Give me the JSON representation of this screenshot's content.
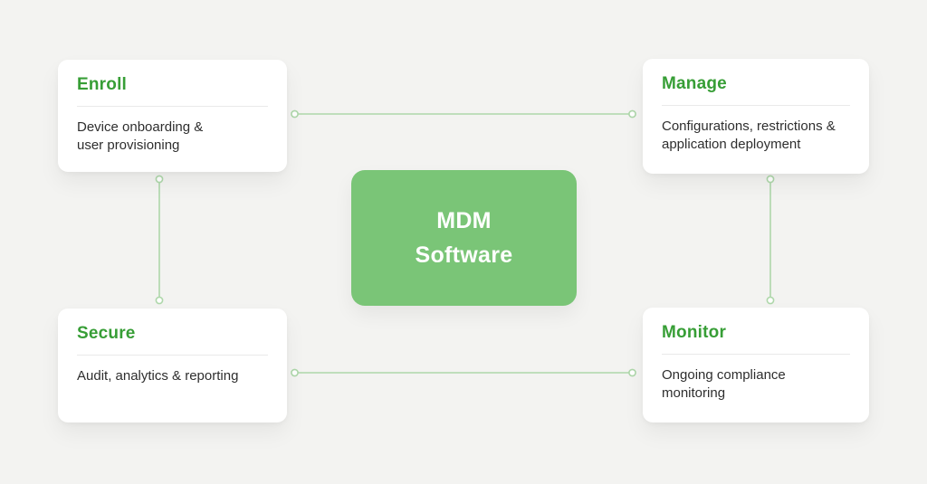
{
  "title": "MDM Software lifecycle diagram",
  "colors": {
    "background": "#f3f3f1",
    "card": "#ffffff",
    "heading_green": "#379e36",
    "center_green": "#7ac577",
    "center_text": "#ffffff",
    "connector": "#aed7aa",
    "body_text": "#2e2e2e",
    "divider": "#e9e9e9"
  },
  "center": {
    "label": "MDM\nSoftware"
  },
  "cards": [
    {
      "id": "enroll",
      "title": "Enroll",
      "description": "Device onboarding &\nuser provisioning"
    },
    {
      "id": "manage",
      "title": "Manage",
      "description": "Configurations, restrictions &\napplication deployment"
    },
    {
      "id": "secure",
      "title": "Secure",
      "description": "Audit, analytics & reporting"
    },
    {
      "id": "monitor",
      "title": "Monitor",
      "description": "Ongoing compliance\nmonitoring"
    }
  ]
}
